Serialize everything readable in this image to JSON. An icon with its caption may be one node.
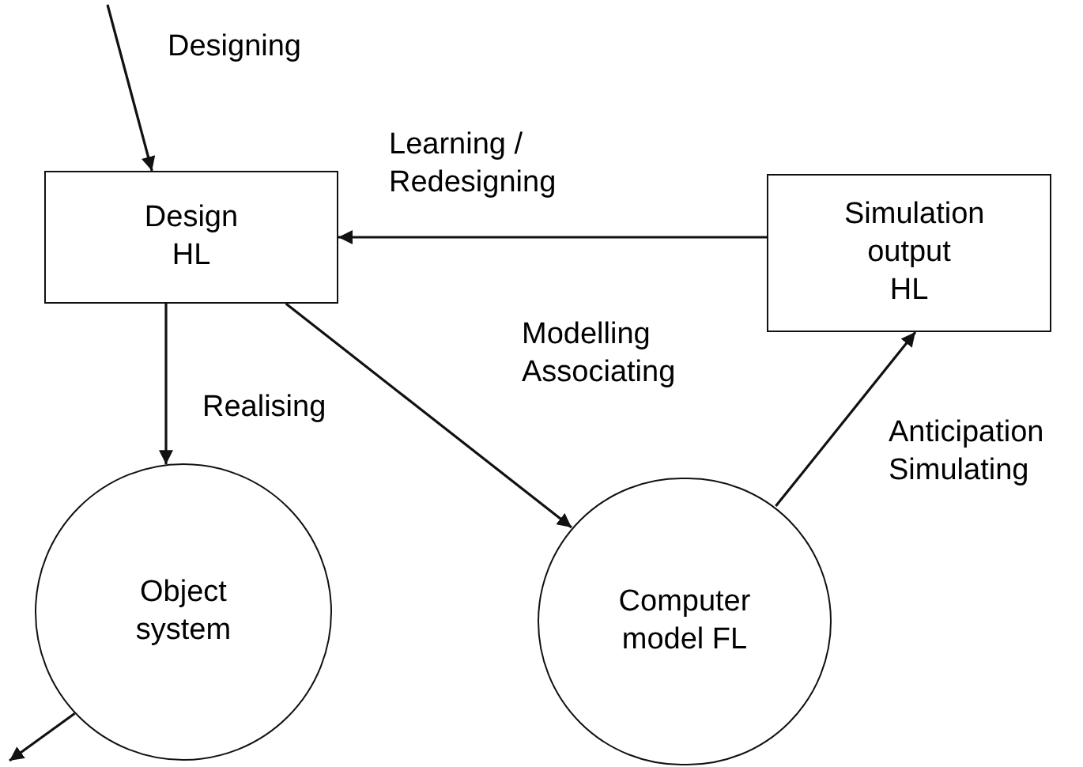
{
  "diagram": {
    "nodes": [
      {
        "text": [
          "Design HL"
        ]
      },
      {
        "text": [
          "Simulation output HL"
        ]
      },
      {
        "text": [
          "Object system"
        ]
      },
      {
        "text": [
          "Computer model FL"
        ]
      }
    ],
    "edges": [
      {
        "from": null,
        "to": 0,
        "arrow": "to",
        "label": "Designing"
      },
      {
        "from": 1,
        "to": 0,
        "arrow": "to",
        "label": "Learning / Redesigning"
      },
      {
        "from": 0,
        "to": 2,
        "arrow": "to",
        "label": "Realising"
      },
      {
        "from": 0,
        "to": 3,
        "arrow": "to",
        "label": "Modelling Associating"
      },
      {
        "from": 3,
        "to": 1,
        "arrow": "to",
        "label": "Anticipation Simulating"
      },
      {
        "from": 2,
        "to": null,
        "arrow": "to"
      }
    ]
  }
}
